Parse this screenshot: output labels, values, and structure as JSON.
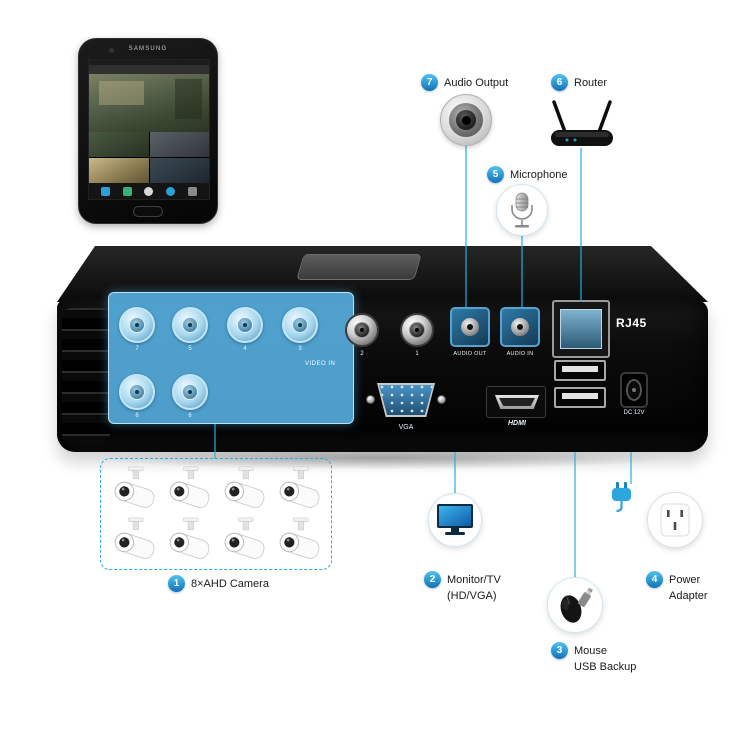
{
  "phone": {
    "brand": "SAMSUNG"
  },
  "dvr": {
    "video_in": "VIDEO IN",
    "audio_out": "AUDIO OUT",
    "audio_in": "AUDIO IN",
    "rj45": "RJ45",
    "vga": "VGA",
    "hdmi": "HDMI",
    "dc": "DC 12V",
    "channels_top": [
      "7",
      "5",
      "4",
      "3"
    ],
    "channels_metal": [
      "2",
      "1"
    ],
    "channels_bottom": [
      "8",
      "6"
    ]
  },
  "callouts": {
    "camera": {
      "num": "1",
      "label": "8×AHD Camera"
    },
    "monitor": {
      "num": "2",
      "line1": "Monitor/TV",
      "line2": "(HD/VGA)"
    },
    "mouse": {
      "num": "3",
      "line1": "Mouse",
      "line2": "USB Backup"
    },
    "power": {
      "num": "4",
      "line1": "Power",
      "line2": "Adapter"
    },
    "microphone": {
      "num": "5",
      "label": "Microphone"
    },
    "router": {
      "num": "6",
      "label": "Router"
    },
    "audio_output": {
      "num": "7",
      "label": "Audio Output"
    }
  },
  "colors": {
    "accent": "#29abe2"
  }
}
